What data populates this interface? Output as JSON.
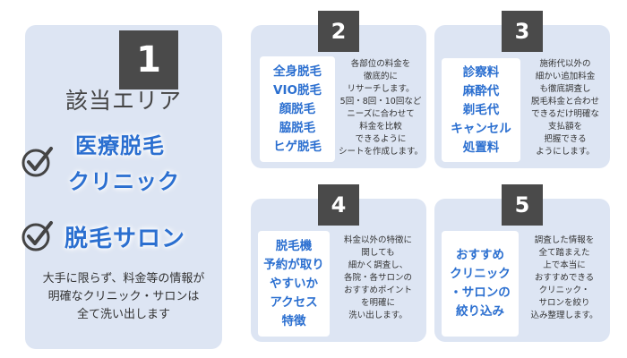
{
  "card1": {
    "number": "1",
    "title": "該当エリア",
    "highlight1_line1": "医療脱毛",
    "highlight1_line2": "クリニック",
    "highlight2": "脱毛サロン",
    "desc": [
      "大手に限らず、料金等の情報が",
      "明確なクリニック・サロンは",
      "全て洗い出します"
    ]
  },
  "card2": {
    "number": "2",
    "keywords": [
      "全身脱毛",
      "VIO脱毛",
      "顔脱毛",
      "脇脱毛",
      "ヒゲ脱毛"
    ],
    "desc": [
      "各部位の料金を",
      "徹底的に",
      "リサーチします。",
      "5回・8回・10回など",
      "ニーズに合わせて",
      "料金を比較",
      "できるように",
      "シートを作成します。"
    ]
  },
  "card3": {
    "number": "3",
    "keywords": [
      "診察料",
      "麻酔代",
      "剃毛代",
      "キャンセル",
      "処置料"
    ],
    "desc": [
      "施術代以外の",
      "細かい追加料金",
      "も徹底調査し",
      "脱毛料金と合わせ",
      "できるだけ明確な",
      "支払額を",
      "把握できる",
      "ようにします。"
    ]
  },
  "card4": {
    "number": "4",
    "keywords": [
      "脱毛機",
      "予約が取り",
      "やすいか",
      "アクセス",
      "特徴"
    ],
    "desc": [
      "料金以外の特徴に",
      "関しても",
      "細かく調査し、",
      "各院・各サロンの",
      "おすすめポイント",
      "を明確に",
      "洗い出します。"
    ]
  },
  "card5": {
    "number": "5",
    "keywords": [
      "おすすめ",
      "クリニック",
      "・サロンの",
      "絞り込み"
    ],
    "desc": [
      "調査した情報を",
      "全て踏まえた",
      "上で本当に",
      "おすすめできる",
      "クリニック・",
      "サロンを絞り",
      "込み整理します。"
    ]
  },
  "colors": {
    "card_bg": "#dde5f3",
    "badge_bg": "#4a4a4a",
    "accent_blue": "#2b6fd0"
  },
  "icons": [
    "check-circle-icon"
  ]
}
